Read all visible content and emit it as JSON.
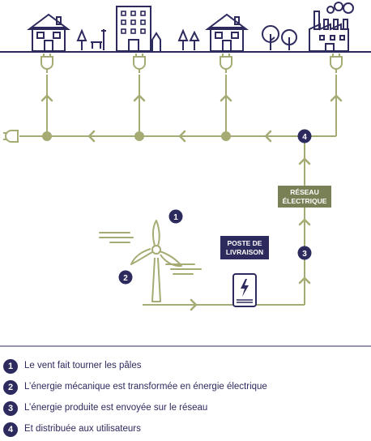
{
  "colors": {
    "navy": "#2d2a5e",
    "olive": "#a6ab74",
    "olive_dark": "#7a8055"
  },
  "labels": {
    "reseau": [
      "RÉSEAU",
      "ÉLECTRIQUE"
    ],
    "poste": [
      "POSTE DE",
      "LIVRAISON"
    ]
  },
  "steps": [
    {
      "num": "1",
      "text": "Le vent fait tourner les pâles"
    },
    {
      "num": "2",
      "text": "L’énergie mécanique est transformée en énergie électrique"
    },
    {
      "num": "3",
      "text": "L’énergie produite est envoyée sur le réseau"
    },
    {
      "num": "4",
      "text": "Et distribuée aux utilisateurs"
    }
  ]
}
